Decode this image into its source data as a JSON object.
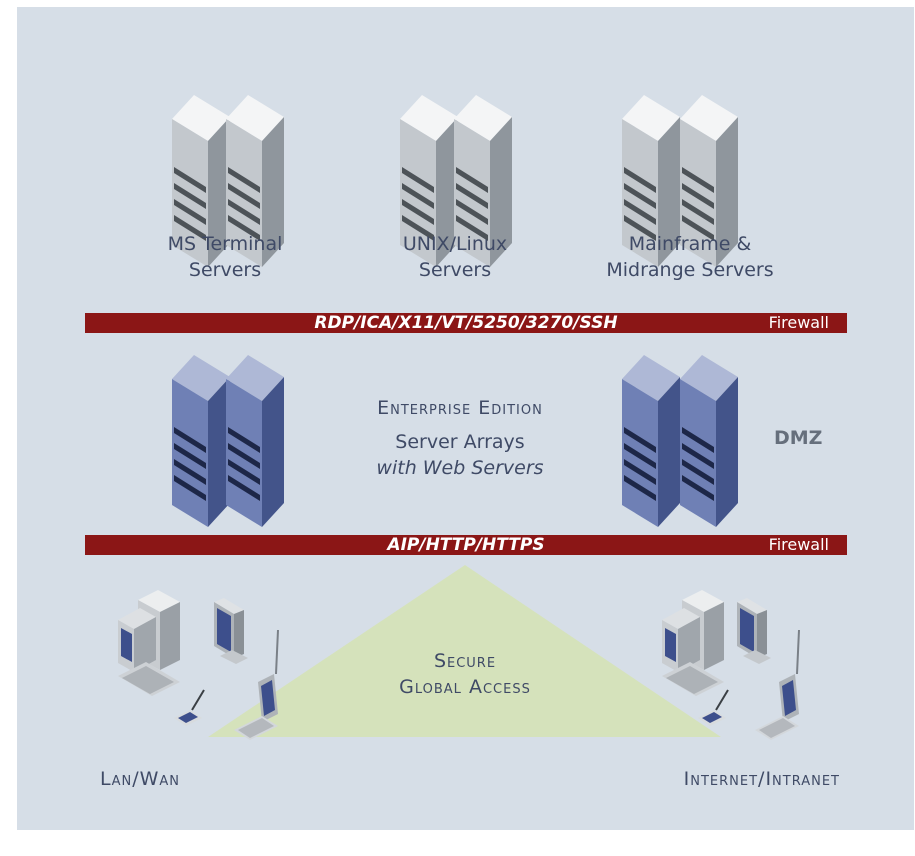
{
  "servers": {
    "terminal": {
      "line1": "MS Terminal",
      "line2": "Servers"
    },
    "unix": {
      "line1": "UNIX/Linux",
      "line2": "Servers"
    },
    "mainframe": {
      "line1": "Mainframe &",
      "line2": "Midrange Servers"
    }
  },
  "firewall_top": {
    "protocols": "RDP/ICA/X11/VT/5250/3270/SSH",
    "label": "Firewall"
  },
  "enterprise": {
    "title": "Enterprise Edition",
    "subtitle": "Server Arrays",
    "subtitle_italic": "with Web Servers",
    "dmz": "DMZ"
  },
  "firewall_bottom": {
    "protocols": "AIP/HTTP/HTTPS",
    "label": "Firewall"
  },
  "access": {
    "line1": "Secure",
    "line2": "Global Access"
  },
  "clients": {
    "left": "Lan/Wan",
    "right": "Internet/Intranet"
  },
  "colors": {
    "background": "#d6dee7",
    "firewall_bar": "#8b1616",
    "label_text": "#3f4a66",
    "dmz_server": "#5b6ea6",
    "backend_server": "#b8bec4",
    "access_triangle": "#d5e2bb"
  },
  "icons": [
    "server-tower-icon",
    "desktop-pc-icon",
    "monitor-icon",
    "laptop-icon",
    "pda-icon"
  ]
}
